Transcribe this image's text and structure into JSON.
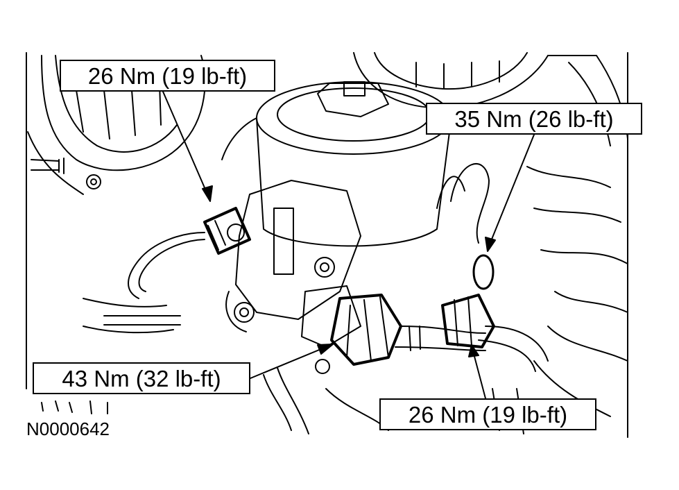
{
  "callouts": {
    "top_left": "26 Nm (19 lb-ft)",
    "top_right": "35 Nm (26 lb-ft)",
    "bottom_left": "43 Nm (32 lb-ft)",
    "bottom_right": "26 Nm (19 lb-ft)"
  },
  "figure_id": "N0000642",
  "colors": {
    "ink": "#000000",
    "paper": "#ffffff"
  }
}
